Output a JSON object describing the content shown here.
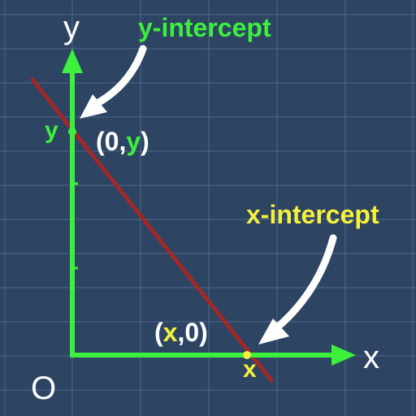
{
  "labels": {
    "y_axis": "y",
    "x_axis": "x",
    "origin": "O",
    "y_intercept_callout": "y-intercept",
    "x_intercept_callout": "x-intercept",
    "y_value": "y",
    "x_value": "x",
    "y_point": {
      "open": "(0,",
      "var": "y",
      "close": ")"
    },
    "x_point": {
      "open": "(",
      "var": "x",
      "close": ",0)"
    }
  },
  "colors": {
    "background": "#2d4563",
    "grid": "#6a86a8",
    "axes": "#3cf03c",
    "line": "#a02828",
    "y_highlight": "#3cf03c",
    "x_highlight": "#f5f03c",
    "arrows": "#ffffff"
  },
  "icons": [
    "arrow-to-y-intercept-icon",
    "arrow-to-x-intercept-icon"
  ]
}
